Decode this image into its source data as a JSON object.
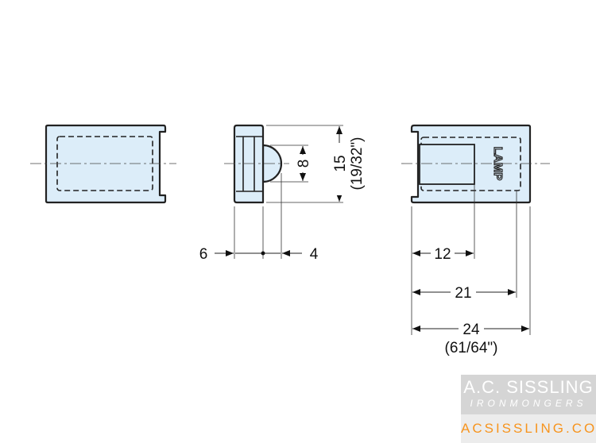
{
  "dimensions": {
    "height_mm": "15",
    "height_in": "(19/32\")",
    "catch_width": "8",
    "flange": "6",
    "offset": "4",
    "window_depth": "12",
    "inner_length": "21",
    "overall_length": "24",
    "overall_length_in": "(61/64\")"
  },
  "part_marking": "LAMP",
  "logo": {
    "name": "A.C. SISSLING",
    "tagline": "IRONMONGERS",
    "url": "ACSISSLING.COM"
  },
  "colors": {
    "part_fill": "#dcedf9",
    "logo_accent": "#f7941d"
  }
}
